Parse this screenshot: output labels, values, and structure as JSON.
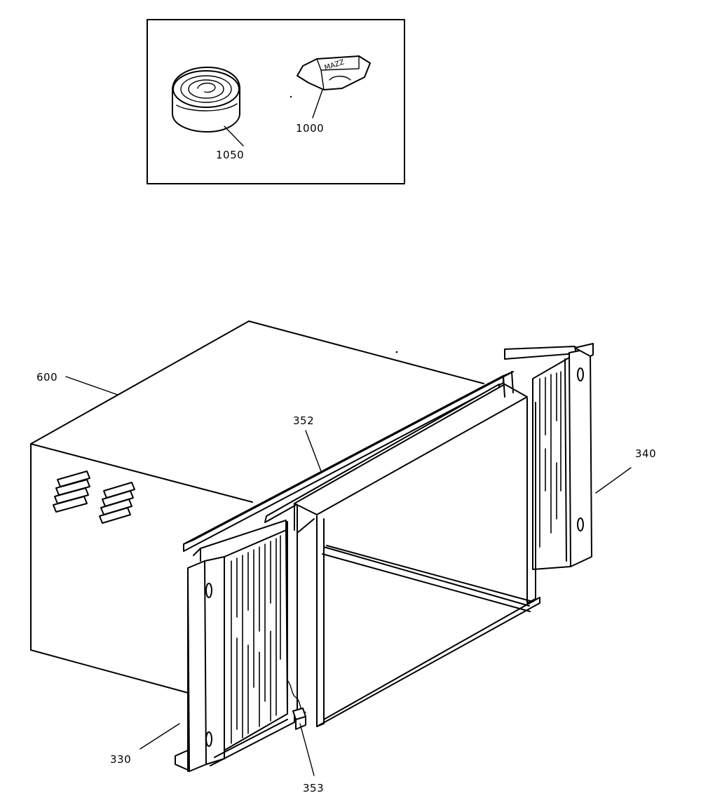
{
  "labels": {
    "inset_roll": "1050",
    "inset_packet": "1000",
    "housing": "600",
    "top_rail": "352",
    "right_bracket": "340",
    "left_bracket": "330",
    "bottom_rail": "353"
  },
  "inset_packet_text": "MAZZ"
}
